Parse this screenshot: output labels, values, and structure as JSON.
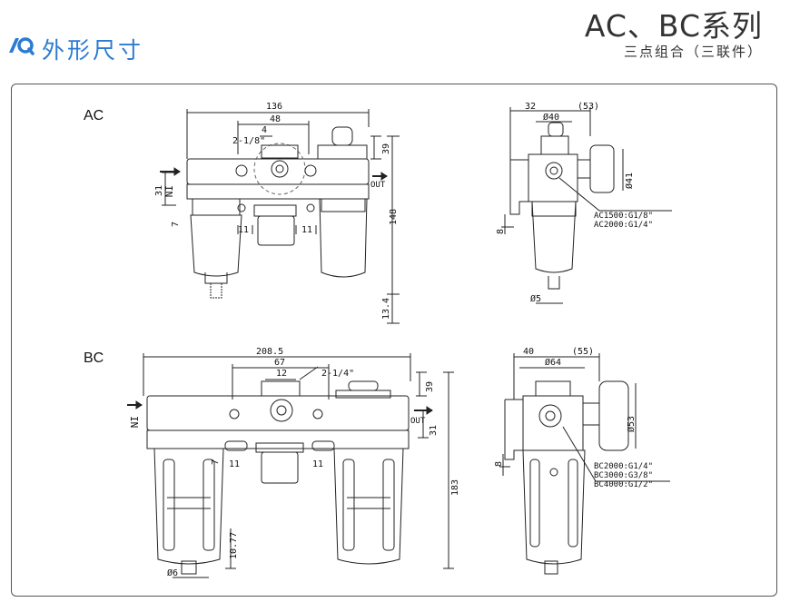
{
  "header": {
    "icon": "ruler-icon",
    "section_title": "外形尺寸",
    "series_title": "AC、BC系列",
    "series_subtitle": "三点组合（三联件）",
    "accent_color": "#2b7bd3"
  },
  "ac": {
    "model": "AC",
    "dim_width": "136",
    "dim_48": "48",
    "dim_4": "4",
    "port_main": "2-1/8\"",
    "dim_39": "39",
    "in_label": "IN",
    "out_label": "OUT",
    "dim_31": "31",
    "dim_7": "7",
    "dim_11a": "11",
    "dim_11b": "11",
    "dim_height": "148",
    "dim_134": "13.4",
    "side_32": "32",
    "side_53": "(53)",
    "side_40": "Ø40",
    "side_41": "Ø41",
    "side_8": "8",
    "side_5": "Ø5",
    "gauge_port_1": "AC1500:G1/8\"",
    "gauge_port_2": "AC2000:G1/4\""
  },
  "bc": {
    "model": "BC",
    "dim_width": "208.5",
    "dim_67": "67",
    "dim_12": "12",
    "port_main": "2-1/4\"",
    "dim_39": "39",
    "in_label": "IN",
    "out_label": "OUT",
    "dim_31": "31",
    "dim_7": "7",
    "dim_11a": "11",
    "dim_11b": "11",
    "dim_height": "183",
    "dim_1077": "10.77",
    "dim_6": "Ø6",
    "side_40": "40",
    "side_55": "(55)",
    "side_64": "Ø64",
    "side_53": "Ø53",
    "side_8": "8",
    "gauge_port_1": "BC2000:G1/4\"",
    "gauge_port_2": "BC3000:G3/8\"",
    "gauge_port_3": "BC4000:G1/2\""
  }
}
